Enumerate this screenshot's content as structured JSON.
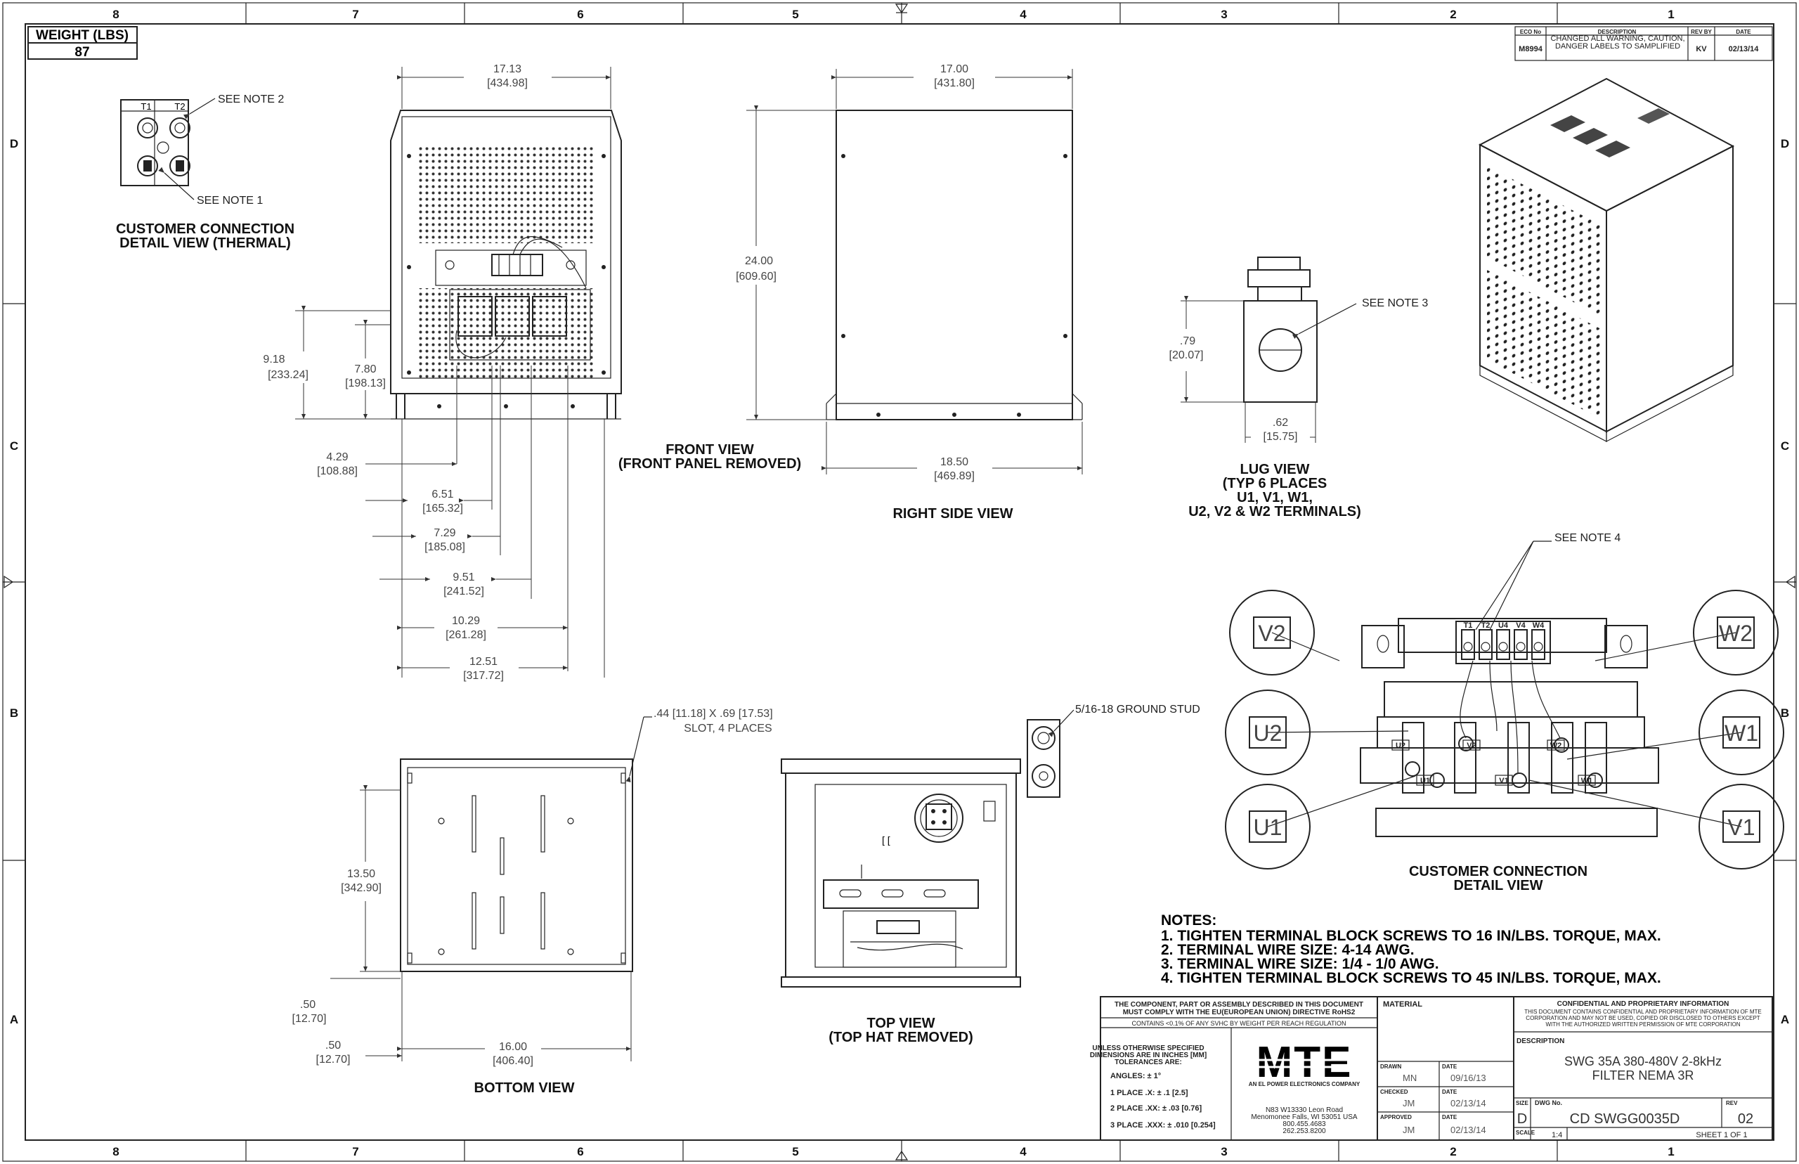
{
  "weight": {
    "header": "WEIGHT (LBS)",
    "value": "87"
  },
  "zones": {
    "columns": [
      "8",
      "7",
      "6",
      "5",
      "4",
      "3",
      "2",
      "1"
    ],
    "rows": [
      "D",
      "C",
      "B",
      "A"
    ]
  },
  "revision_block": {
    "headers": [
      "ECO No",
      "DESCRIPTION",
      "REV BY",
      "DATE"
    ],
    "eco": "M8994",
    "description": "CHANGED ALL WARNING, CAUTION, DANGER LABELS TO SAMPLIFIED",
    "rev_by": "KV",
    "date": "02/13/14"
  },
  "detail_thermal": {
    "t1": "T1",
    "t2": "T2",
    "note2": "SEE NOTE 2",
    "note1": "SEE NOTE 1",
    "title_line1": "CUSTOMER CONNECTION",
    "title_line2": "DETAIL VIEW (THERMAL)"
  },
  "front_view": {
    "title_line1": "FRONT VIEW",
    "title_line2": "(FRONT PANEL REMOVED)",
    "dims": [
      {
        "in": "17.13",
        "mm": "[434.98]"
      },
      {
        "in": "9.18",
        "mm": "[233.24]"
      },
      {
        "in": "7.80",
        "mm": "[198.13]"
      },
      {
        "in": "4.29",
        "mm": "[108.88]"
      },
      {
        "in": "6.51",
        "mm": "[165.32]"
      },
      {
        "in": "7.29",
        "mm": "[185.08]"
      },
      {
        "in": "9.51",
        "mm": "[241.52]"
      },
      {
        "in": "10.29",
        "mm": "[261.28]"
      },
      {
        "in": "12.51",
        "mm": "[317.72]"
      }
    ]
  },
  "side_view": {
    "title": "RIGHT SIDE VIEW",
    "dims": [
      {
        "in": "17.00",
        "mm": "[431.80]"
      },
      {
        "in": "24.00",
        "mm": "[609.60]"
      },
      {
        "in": "18.50",
        "mm": "[469.89]"
      }
    ]
  },
  "lug_view": {
    "note": "SEE NOTE 3",
    "dims": [
      {
        "in": ".79",
        "mm": "[20.07]"
      },
      {
        "in": ".62",
        "mm": "[15.75]"
      }
    ],
    "title_lines": [
      "LUG VIEW",
      "(TYP 6 PLACES",
      "U1, V1, W1,",
      "U2, V2 & W2 TERMINALS)"
    ]
  },
  "bottom_view": {
    "title": "BOTTOM VIEW",
    "slot_note_line1_a": ".44",
    "slot_note_line1_b": "[11.18]",
    "slot_note_line1_c": "X .69",
    "slot_note_line1_d": "[17.53]",
    "slot_note_line2": "SLOT, 4 PLACES",
    "dims": [
      {
        "in": "13.50",
        "mm": "[342.90]"
      },
      {
        "in": ".50",
        "mm": "[12.70]"
      },
      {
        "in": ".50",
        "mm": "[12.70]"
      },
      {
        "in": "16.00",
        "mm": "[406.40]"
      }
    ]
  },
  "top_view": {
    "title_line1": "TOP VIEW",
    "title_line2": "(TOP HAT REMOVED)",
    "ground_note": "5/16-18 GROUND STUD"
  },
  "connection_detail": {
    "note": "SEE NOTE 4",
    "terminal_labels": [
      "T1",
      "T2",
      "U4",
      "V4",
      "W4"
    ],
    "bubbles": [
      "V2",
      "W2",
      "U2",
      "W1",
      "U1",
      "V1"
    ],
    "small_labels": [
      "U2",
      "V2",
      "W2",
      "U1",
      "V1",
      "W1"
    ],
    "title_line1": "CUSTOMER CONNECTION",
    "title_line2": "DETAIL VIEW"
  },
  "notes": {
    "heading": "NOTES:",
    "items": [
      "1.  TIGHTEN TERMINAL BLOCK SCREWS TO 16 IN/LBS. TORQUE, MAX.",
      "2.  TERMINAL WIRE SIZE: 4-14 AWG.",
      "3.  TERMINAL WIRE SIZE: 1/4 - 1/0 AWG.",
      "4.  TIGHTEN TERMINAL BLOCK SCREWS TO 45 IN/LBS. TORQUE, MAX."
    ]
  },
  "title_block": {
    "rohs_line1": "THE COMPONENT, PART OR ASSEMBLY DESCRIBED IN THIS DOCUMENT",
    "rohs_line2": "MUST COMPLY WITH THE EU(EUROPEAN UNION) DIRECTIVE RoHS2",
    "reach": "CONTAINS <0.1% OF ANY SVHC BY WEIGHT PER REACH REGULATION",
    "tol_line1": "UNLESS OTHERWISE SPECIFIED",
    "tol_line2": "DIMENSIONS ARE IN INCHES [MM]",
    "tol_line3": "TOLERANCES ARE:",
    "angles": "ANGLES: ± 1°",
    "place1": "1 PLACE .X: ± .1 [2.5]",
    "place2": "2 PLACE .XX: ± .03 [0.76]",
    "place3": "3 PLACE .XXX: ± .010 [0.254]",
    "logo": "MTE",
    "logo_sub": "AN EL POWER ELECTRONICS COMPANY",
    "address": [
      "N83 W13330 Leon Road",
      "Menomonee Falls, WI 53051 USA",
      "800.455.4683",
      "262.253.8200"
    ],
    "material_label": "MATERIAL",
    "drawn_label": "DRAWN",
    "drawn_by": "MN",
    "drawn_date_label": "DATE",
    "drawn_date": "09/16/13",
    "checked_label": "CHECKED",
    "checked_by": "JM",
    "checked_date_label": "DATE",
    "checked_date": "02/13/14",
    "approved_label": "APPROVED",
    "approved_by": "JM",
    "approved_date_label": "DATE",
    "approved_date": "02/13/14",
    "confidential_title": "CONFIDENTIAL AND PROPRIETARY INFORMATION",
    "confidential_text": [
      "THIS DOCUMENT CONTAINS CONFIDENTIAL AND PROPRIETARY INFORMATION OF MTE",
      "CORPORATION AND MAY NOT BE USED, COPIED OR DISCLOSED TO OTHERS EXCEPT",
      "WITH THE AUTHORIZED WRITTEN PERMISSION OF MTE CORPORATION"
    ],
    "description_label": "DESCRIPTION",
    "description_line1": "SWG 35A 380-480V 2-8kHz",
    "description_line2": "FILTER NEMA 3R",
    "size_label": "SIZE",
    "size": "D",
    "dwg_label": "DWG No.",
    "dwg_no": "CD SWGG0035D",
    "rev_label": "REV",
    "rev": "02",
    "scale_label": "SCALE",
    "scale": "1:4",
    "sheet": "SHEET 1  OF 1"
  }
}
